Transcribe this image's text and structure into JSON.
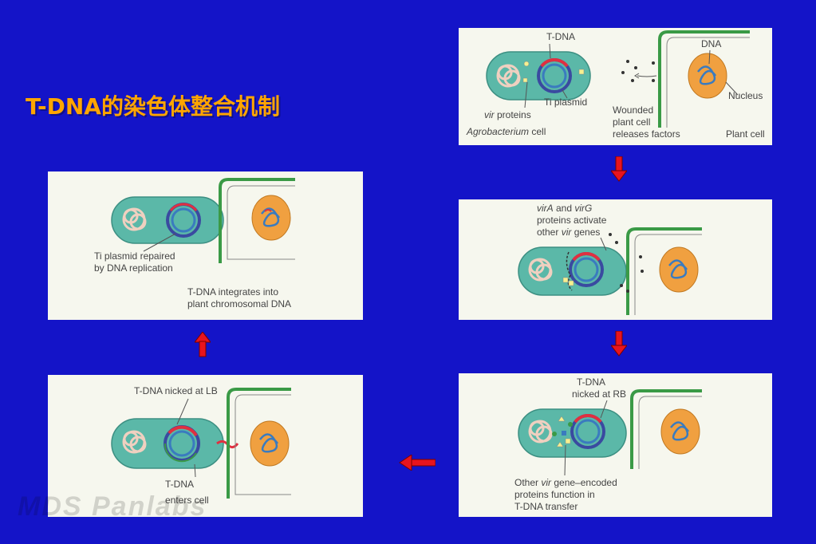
{
  "title": "T-DNA的染色体整合机制",
  "watermark": "MDS Panlabs",
  "colors": {
    "background": "#1414c8",
    "title": "#ffa500",
    "arrow": "#e8141e",
    "cell_fill": "#5bb8a8",
    "cell_wall": "#3a9a46",
    "nucleus": "#f0a040"
  },
  "panel1": {
    "tdna": "T-DNA",
    "dna": "DNA",
    "nucleus": "Nucleus",
    "vir_prefix": "vir",
    "vir_suffix": " proteins",
    "ti_plasmid": "Ti plasmid",
    "wounded_1": "Wounded",
    "wounded_2": "plant cell",
    "wounded_3": "releases factors",
    "agro_prefix": "Agrobacterium",
    "agro_suffix": " cell",
    "plant_cell": "Plant cell"
  },
  "panel2": {
    "line1_a": "virA",
    "line1_b": " and ",
    "line1_c": "virG",
    "line2": "proteins activate",
    "line3_a": "other ",
    "line3_b": "vir",
    "line3_c": " genes"
  },
  "panel3": {
    "tdna": "T-DNA",
    "nicked": "nicked at RB",
    "other_a": "Other ",
    "other_b": "vir",
    "other_c": " gene–encoded",
    "line2": "proteins function in",
    "line3": "T-DNA transfer"
  },
  "panel4": {
    "nicked": "T-DNA nicked at LB",
    "tdna": "T-DNA",
    "enters": "enters cell"
  },
  "panel5": {
    "repaired_1": "Ti plasmid repaired",
    "repaired_2": "by DNA replication",
    "integrates_1": "T-DNA integrates into",
    "integrates_2": "plant chromosomal DNA"
  }
}
